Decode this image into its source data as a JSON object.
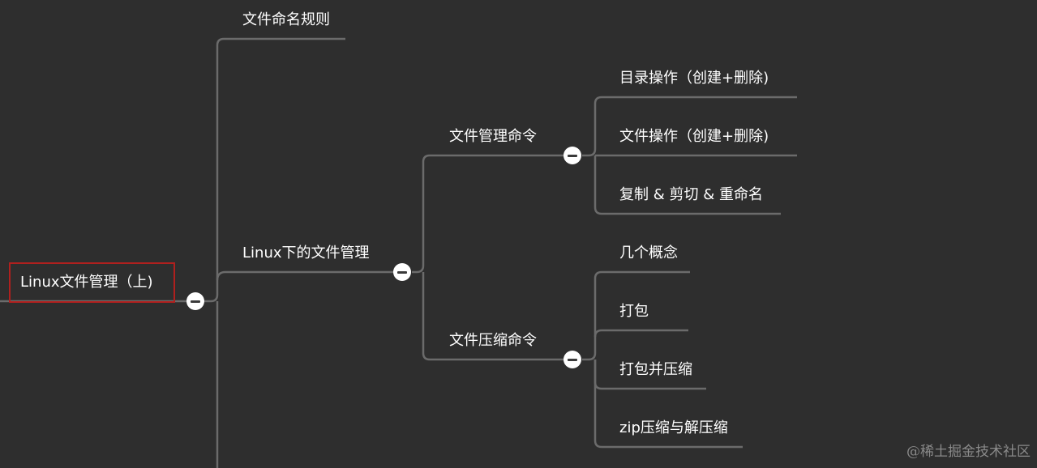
{
  "mindmap": {
    "root": {
      "label": "Linux文件管理（上)"
    },
    "level1": [
      {
        "label": "文件命名规则"
      },
      {
        "label": "Linux下的文件管理"
      }
    ],
    "level2": [
      {
        "label": "文件管理命令"
      },
      {
        "label": "文件压缩命令"
      }
    ],
    "level3_management": [
      {
        "label": "目录操作（创建+删除)"
      },
      {
        "label": "文件操作（创建+删除)"
      },
      {
        "label": "复制 & 剪切 & 重命名"
      }
    ],
    "level3_compression": [
      {
        "label": "几个概念"
      },
      {
        "label": "打包"
      },
      {
        "label": "打包并压缩"
      },
      {
        "label": "zip压缩与解压缩"
      }
    ],
    "colors": {
      "background": "#2e2e2e",
      "connector": "#6b6b6b",
      "root_border": "#b0201e",
      "text": "#ffffff"
    }
  },
  "watermark": "@稀土掘金技术社区"
}
